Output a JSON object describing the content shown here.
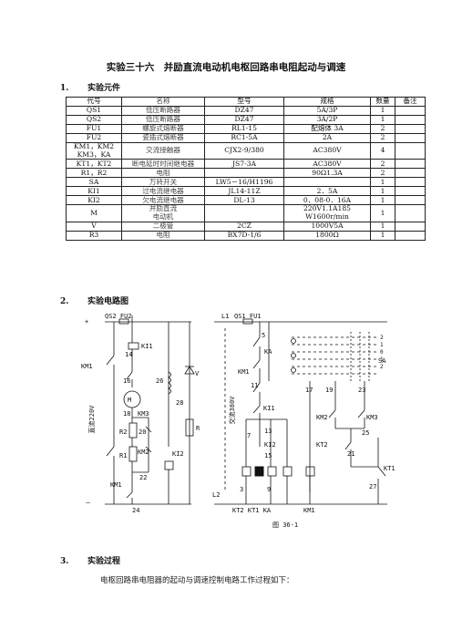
{
  "title": "实验三十六　并励直流电动机电枢回路串电阻起动与调速",
  "sections": {
    "s1": {
      "num": "1.",
      "label": "实验元件"
    },
    "s2": {
      "num": "2.",
      "label": "实验电路图"
    },
    "s3": {
      "num": "3.",
      "label": "实验过程"
    }
  },
  "table": {
    "headers": [
      "代号",
      "名称",
      "型号",
      "规格",
      "数量",
      "备注"
    ],
    "rows": [
      {
        "code": "QS1",
        "name": "低压断路器",
        "model": "DZ47",
        "spec": "5A/3P",
        "qty": "1",
        "note": ""
      },
      {
        "code": "QS2",
        "name": "低压断路器",
        "model": "DZ47",
        "spec": "3A/2P",
        "qty": "1",
        "note": ""
      },
      {
        "code": "FU1",
        "name": "螺旋式熔断器",
        "model": "RL1-15",
        "spec": "配熔体 3A",
        "qty": "2",
        "note": ""
      },
      {
        "code": "FU2",
        "name": "瓷插式熔断器",
        "model": "RC1-5A",
        "spec": "2A",
        "qty": "2",
        "note": ""
      },
      {
        "code": "KM1，KM2\nKM3，KA",
        "name": "交流接触器",
        "model": "CJX2-9/380",
        "spec": "AC380V",
        "qty": "4",
        "note": ""
      },
      {
        "code": "KT1，KT2",
        "name": "断电延时时间继电器",
        "model": "JS7-3A",
        "spec": "AC380V",
        "qty": "2",
        "note": ""
      },
      {
        "code": "R1，R2",
        "name": "电阻",
        "model": "",
        "spec": "90Ω1.3A",
        "qty": "2",
        "note": ""
      },
      {
        "code": "SA",
        "name": "万转开关",
        "model": "LW5－16/H1196",
        "spec": "",
        "qty": "1",
        "note": ""
      },
      {
        "code": "KI1",
        "name": "过电流继电器",
        "model": "JL14-11Z",
        "spec": "2．5A",
        "qty": "1",
        "note": ""
      },
      {
        "code": "KI2",
        "name": "欠电流继电器",
        "model": "DL-13",
        "spec": "0．08-0．16A",
        "qty": "1",
        "note": ""
      },
      {
        "code": "M",
        "name": "并励直流\n电动机",
        "model": "",
        "spec": "220V1.1A185\nW1600r/min",
        "qty": "1",
        "note": ""
      },
      {
        "code": "V",
        "name": "二极管",
        "model": "2CZ",
        "spec": "1000V5A",
        "qty": "1",
        "note": ""
      },
      {
        "code": "R3",
        "name": "电阻",
        "model": "BX7D-1/6",
        "spec": "1800Ω",
        "qty": "1",
        "note": ""
      }
    ]
  },
  "circuit": {
    "labels": {
      "plus": "+",
      "minus": "－",
      "qs2_fu2": "QS2 FU2",
      "ki1_top": "KI1",
      "n14": "14",
      "km1_left": "KM1",
      "n16": "16",
      "motor": "M",
      "n18": "18",
      "km3": "KM3",
      "r2": "R2",
      "n20": "20",
      "r1": "R1",
      "km2": "KM2",
      "n22": "22",
      "km1_bot": "KM1",
      "n24": "24",
      "n26": "26",
      "v": "V",
      "n28": "28",
      "r": "R",
      "ki2_left": "KI2",
      "dc_supply": "直流220V",
      "l1": "L1",
      "qs1_fu1": "QS1 FU1",
      "l2": "L2",
      "ac_supply": "交流380V",
      "n5": "5",
      "n7": "7",
      "n9": "9",
      "n3": "3",
      "n11": "11",
      "n13": "13",
      "n15": "15",
      "n17": "17",
      "n19": "19",
      "n23": "23",
      "n25": "25",
      "n27": "27",
      "n21": "21",
      "ka": "KA",
      "km1_mid": "KM1",
      "ki1_mid": "KI1",
      "ki2_mid": "KI2",
      "km2_right": "KM2",
      "km3_right": "KM3",
      "kt2_right": "KT2",
      "kt1_right": "KT1",
      "sa": "SA",
      "sa_pos": [
        "2",
        "1",
        "0",
        "1",
        "2"
      ],
      "coil_row": "KT2 KT1  KA",
      "km1_coil": "KM1",
      "caption": "图 36-1"
    }
  },
  "process_text": "电枢回路串电阻器的起动与调速控制电路工作过程如下："
}
